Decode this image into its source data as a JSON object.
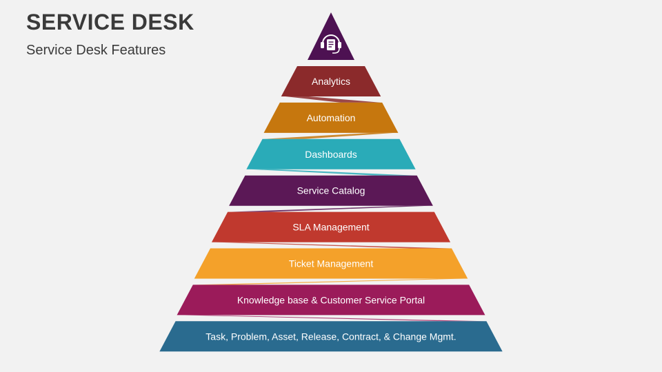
{
  "header": {
    "title": "SERVICE DESK",
    "subtitle": "Service Desk Features"
  },
  "pyramid": {
    "apex_icon": "headset-icon",
    "apex_color": "#4d1152",
    "tiers": [
      {
        "label": "Analytics",
        "color": "#8b2a2b"
      },
      {
        "label": "Automation",
        "color": "#c6770e"
      },
      {
        "label": "Dashboards",
        "color": "#2aabb8"
      },
      {
        "label": "Service Catalog",
        "color": "#5b1856"
      },
      {
        "label": "SLA Management",
        "color": "#c0392e"
      },
      {
        "label": "Ticket Management",
        "color": "#f4a12a"
      },
      {
        "label": "Knowledge base & Customer Service Portal",
        "color": "#9b1b5a"
      },
      {
        "label": "Task, Problem, Asset, Release, Contract, & Change Mgmt.",
        "color": "#2a6b8f"
      }
    ]
  }
}
